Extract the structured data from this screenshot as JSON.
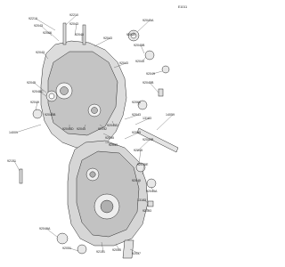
{
  "diagram": {
    "page_ref": "E1011",
    "callouts": [
      {
        "id": "c1",
        "text": "92210"
      },
      {
        "id": "c2",
        "text": "92210"
      },
      {
        "id": "c3",
        "text": "92043"
      },
      {
        "id": "c4",
        "text": "92043"
      },
      {
        "id": "c5",
        "text": "92066"
      },
      {
        "id": "c6",
        "text": "92045"
      },
      {
        "id": "c7",
        "text": "92043"
      },
      {
        "id": "c8",
        "text": "92043"
      },
      {
        "id": "c9",
        "text": "92045A"
      },
      {
        "id": "c10",
        "text": "92049"
      },
      {
        "id": "c11",
        "text": "92045B"
      },
      {
        "id": "c12",
        "text": "92043"
      },
      {
        "id": "c13",
        "text": "92043"
      },
      {
        "id": "c14",
        "text": "92045"
      },
      {
        "id": "c15",
        "text": "92045B"
      },
      {
        "id": "c16",
        "text": "92045C"
      },
      {
        "id": "c17",
        "text": "92049"
      },
      {
        "id": "c18",
        "text": "92049"
      },
      {
        "id": "c19",
        "text": "92045B"
      },
      {
        "id": "c20",
        "text": "92045D"
      },
      {
        "id": "c21",
        "text": "92043"
      },
      {
        "id": "c22",
        "text": "92042"
      },
      {
        "id": "c23",
        "text": "92066"
      },
      {
        "id": "c24",
        "text": "92045D"
      },
      {
        "id": "c25",
        "text": "92043"
      },
      {
        "id": "c26",
        "text": "92045"
      },
      {
        "id": "c27",
        "text": "92043"
      },
      {
        "id": "c28",
        "text": "14001"
      },
      {
        "id": "c29",
        "text": "92151"
      },
      {
        "id": "c30",
        "text": "13183"
      },
      {
        "id": "c31",
        "text": "14059"
      },
      {
        "id": "c32",
        "text": "92049"
      },
      {
        "id": "c33",
        "text": "92045B"
      },
      {
        "id": "c34",
        "text": "92045"
      },
      {
        "id": "c35",
        "text": "92045E"
      },
      {
        "id": "c36",
        "text": "92045"
      },
      {
        "id": "c37",
        "text": "92045A"
      },
      {
        "id": "c38",
        "text": "13183"
      },
      {
        "id": "c39",
        "text": "92063"
      },
      {
        "id": "c40",
        "text": "92049A"
      },
      {
        "id": "c41",
        "text": "92151"
      },
      {
        "id": "c42",
        "text": "92051"
      },
      {
        "id": "c43",
        "text": "92055"
      },
      {
        "id": "c44",
        "text": "92037"
      }
    ]
  }
}
